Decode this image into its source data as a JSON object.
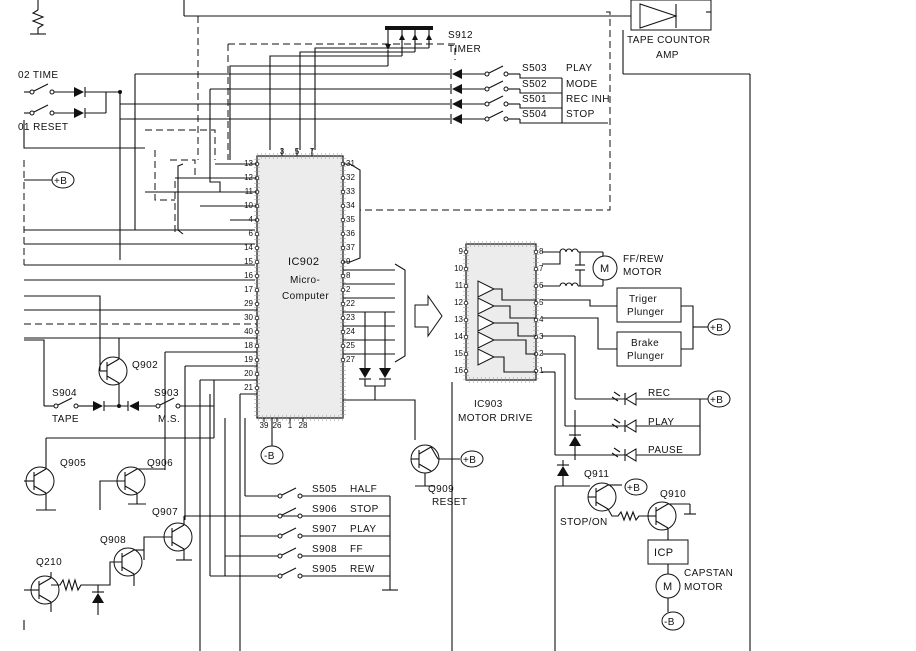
{
  "switches": {
    "s912": {
      "ref": "S912",
      "label": "TIMER"
    },
    "s503": {
      "ref": "S503",
      "label": "PLAY"
    },
    "s502": {
      "ref": "S502",
      "label": "MODE"
    },
    "s501": {
      "ref": "S501",
      "label": "REC INH"
    },
    "s504": {
      "ref": "S504",
      "label": "STOP"
    },
    "time_sw": {
      "label": "02 TIME"
    },
    "reset_sw": {
      "label": "01 RESET"
    },
    "s904": {
      "ref": "S904",
      "label": "TAPE"
    },
    "s903": {
      "ref": "S903",
      "label": "M.S."
    },
    "s505": {
      "ref": "S505",
      "label": "HALF"
    },
    "s906": {
      "ref": "S906",
      "label": "STOP"
    },
    "s907": {
      "ref": "S907",
      "label": "PLAY"
    },
    "s908": {
      "ref": "S908",
      "label": "FF"
    },
    "s905": {
      "ref": "S905",
      "label": "REW"
    }
  },
  "tape_counter": {
    "label1": "TAPE COUNTOR",
    "label2": "AMP"
  },
  "ic902": {
    "ref": "IC902",
    "name1": "Micro-",
    "name2": "Computer",
    "top_pins": [
      "3",
      "5",
      "7"
    ],
    "left_pins": [
      "13",
      "12",
      "11",
      "10",
      "4",
      "6",
      "14",
      "15",
      "16",
      "17",
      "29",
      "30",
      "40",
      "18",
      "19",
      "20",
      "21"
    ],
    "right_pins": [
      "31",
      "32",
      "33",
      "34",
      "35",
      "36",
      "37",
      "9",
      "8",
      "2",
      "22",
      "23",
      "24",
      "25",
      "27"
    ],
    "bottom_pins": [
      "39",
      "26",
      "1",
      "28"
    ]
  },
  "ic903": {
    "ref": "IC903",
    "name": "MOTOR DRIVE",
    "left_pins": [
      "9",
      "10",
      "11",
      "12",
      "13",
      "14",
      "15",
      "16"
    ],
    "right_pins": [
      "8",
      "7",
      "6",
      "5",
      "4",
      "3",
      "2",
      "1"
    ]
  },
  "motors": {
    "ffrew": {
      "symbol": "M",
      "label1": "FF/REW",
      "label2": "MOTOR"
    },
    "capstan": {
      "symbol": "M",
      "label1": "CAPSTAN",
      "label2": "MOTOR"
    }
  },
  "plungers": {
    "triger": {
      "label1": "Triger",
      "label2": "Plunger"
    },
    "brake": {
      "label1": "Brake",
      "label2": "Plunger"
    }
  },
  "leds": {
    "rec": "REC",
    "play": "PLAY",
    "pause": "PAUSE"
  },
  "transistors": {
    "q902": "Q902",
    "q905": "Q905",
    "q906": "Q906",
    "q907": "Q907",
    "q908": "Q908",
    "q210": "Q210",
    "q909": "Q909",
    "q911": "Q911",
    "q910": "Q910"
  },
  "q909_label": "RESET",
  "q911_label": "STOP/ON",
  "icp": {
    "label": "ICP"
  },
  "rails": {
    "plus_b": "+B",
    "minus_b": "-B"
  }
}
